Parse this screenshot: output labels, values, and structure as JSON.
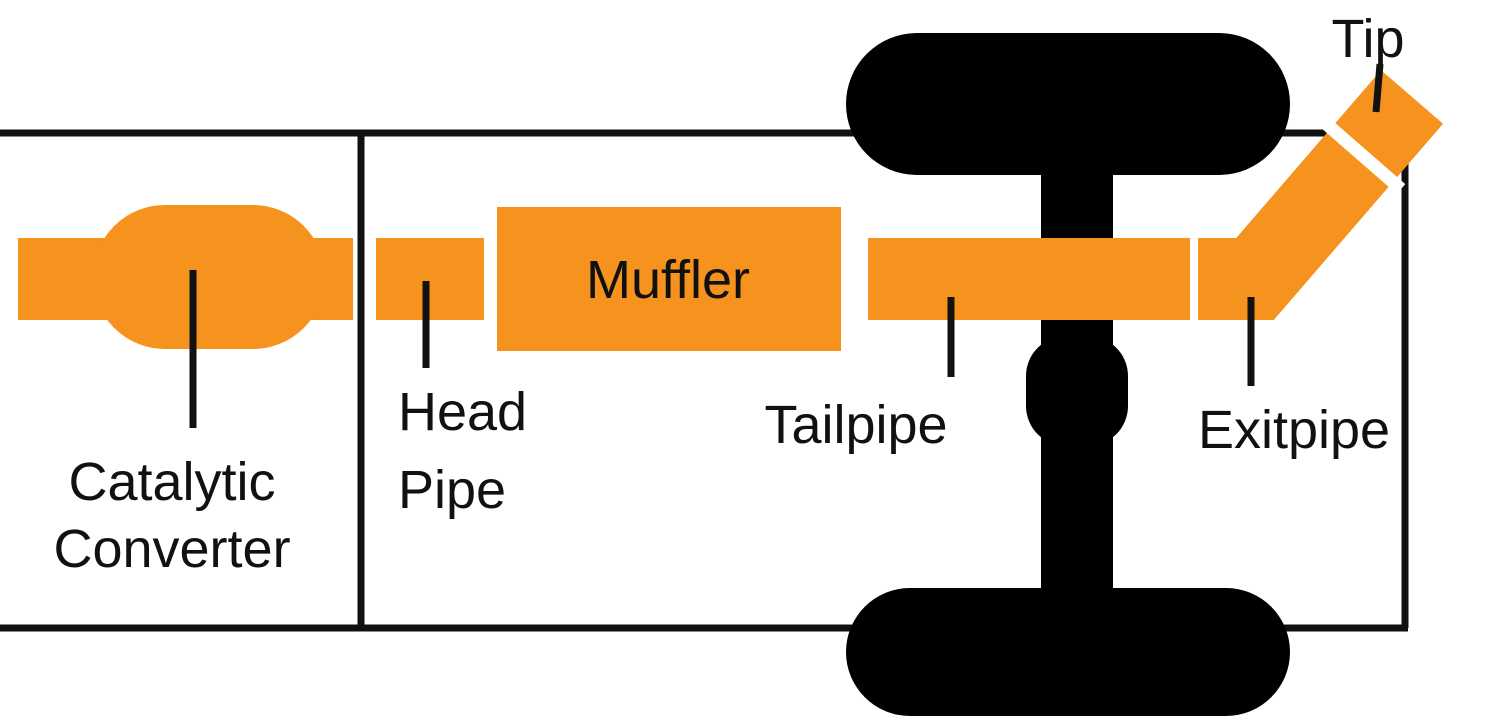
{
  "diagram": {
    "type": "vehicle-exhaust-system-top-view",
    "labels": {
      "catalytic_converter_line1": "Catalytic",
      "catalytic_converter_line2": "Converter",
      "head_pipe_line1": "Head",
      "head_pipe_line2": "Pipe",
      "muffler": "Muffler",
      "tailpipe": "Tailpipe",
      "exitpipe": "Exitpipe",
      "tip": "Tip"
    },
    "colors": {
      "pipe_orange": "#F6921E",
      "chassis_black": "#000000",
      "line_black": "#111111",
      "background": "#FFFFFF",
      "gap_white": "#FFFFFF"
    },
    "parts": [
      "Catalytic Converter",
      "Head Pipe",
      "Muffler",
      "Tailpipe",
      "Exitpipe",
      "Tip"
    ]
  }
}
